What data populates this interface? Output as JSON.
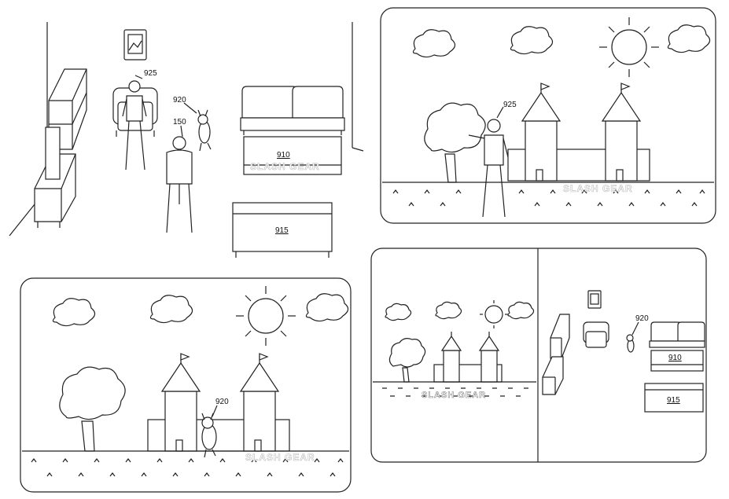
{
  "labels": {
    "user": "925",
    "dog": "920",
    "headset": "150",
    "upper_table": "910",
    "lower_table": "915"
  },
  "watermark": "SLASH GEAR",
  "icons": {
    "picture_frame": "picture-frame-icon",
    "sun": "sun-icon",
    "cloud": "cloud-icon",
    "castle": "castle-icon",
    "tree": "tree-icon"
  }
}
